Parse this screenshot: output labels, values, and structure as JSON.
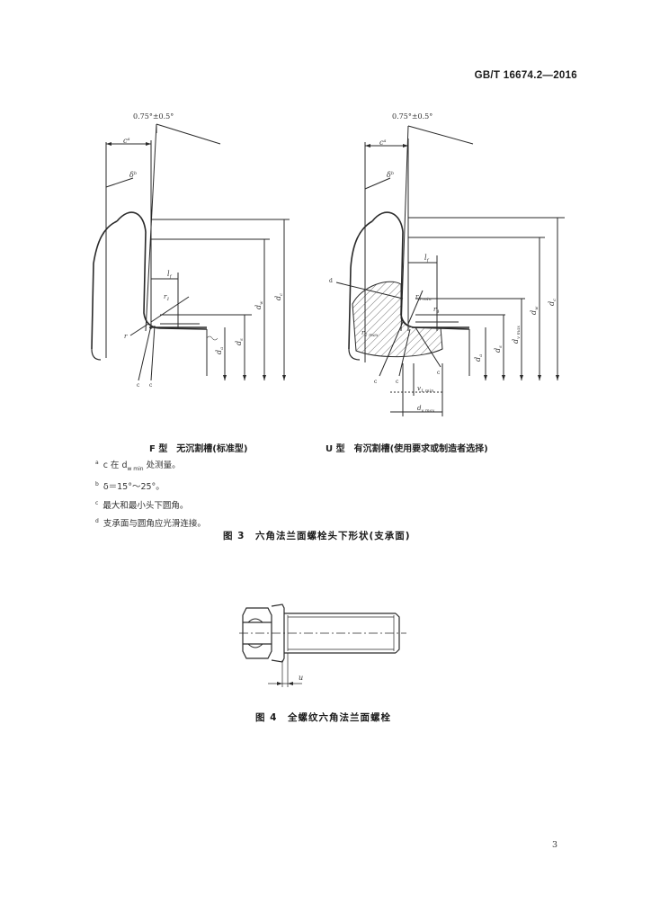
{
  "header": {
    "standard_code": "GB/T 16674.2—2016"
  },
  "figure3": {
    "angle_label": "0.75°±0.5°",
    "left_variant": {
      "caption": "F 型　无沉割槽(标准型)",
      "labels": {
        "c": "c",
        "c_sup": "a",
        "delta": "δ",
        "delta_sup": "b",
        "lf": "l",
        "lf_sub": "f",
        "r1": "r",
        "r1_sub": "1",
        "r2": "r",
        "c1": "c",
        "c2": "c",
        "da": "d",
        "da_sub": "a",
        "ds": "d",
        "ds_sub": "s",
        "dw": "d",
        "dw_sub": "w",
        "dc": "d",
        "dc_sub": "c"
      }
    },
    "right_variant": {
      "caption": "U 型　有沉割槽(使用要求或制造者选择)",
      "labels": {
        "c": "c",
        "c_sup": "a",
        "delta": "δ",
        "delta_sup": "b",
        "d_mark": "d",
        "lf": "l",
        "lf_sub": "f",
        "r3": "r",
        "r3_sub": "3 min",
        "r2": "r",
        "r2_sub": "2 max",
        "r4": "r",
        "r4_sub": "4",
        "c1": "c",
        "c2": "c",
        "e": "c",
        "da": "d",
        "da_sub": "a",
        "ds": "d",
        "ds_sub": "s",
        "dw": "d",
        "dw_sub": "w",
        "dc": "d",
        "dc_sub": "c",
        "v": "v",
        "v_sub": "1 min",
        "dv": "d",
        "dv_sub": "v max"
      }
    },
    "notes": [
      {
        "mark": "a",
        "text": "c 在 d",
        "sub": "w min",
        "rest": " 处测量。"
      },
      {
        "mark": "b",
        "text": "δ＝15°～25°。",
        "sub": "",
        "rest": ""
      },
      {
        "mark": "c",
        "text": "最大和最小头下圆角。",
        "sub": "",
        "rest": ""
      },
      {
        "mark": "d",
        "text": "支承面与圆角应光滑连接。",
        "sub": "",
        "rest": ""
      }
    ],
    "caption": "图 3　六角法兰面螺栓头下形状(支承面)"
  },
  "figure4": {
    "dim_label": "u",
    "caption": "图 4　全螺纹六角法兰面螺栓"
  },
  "page_number": "3"
}
